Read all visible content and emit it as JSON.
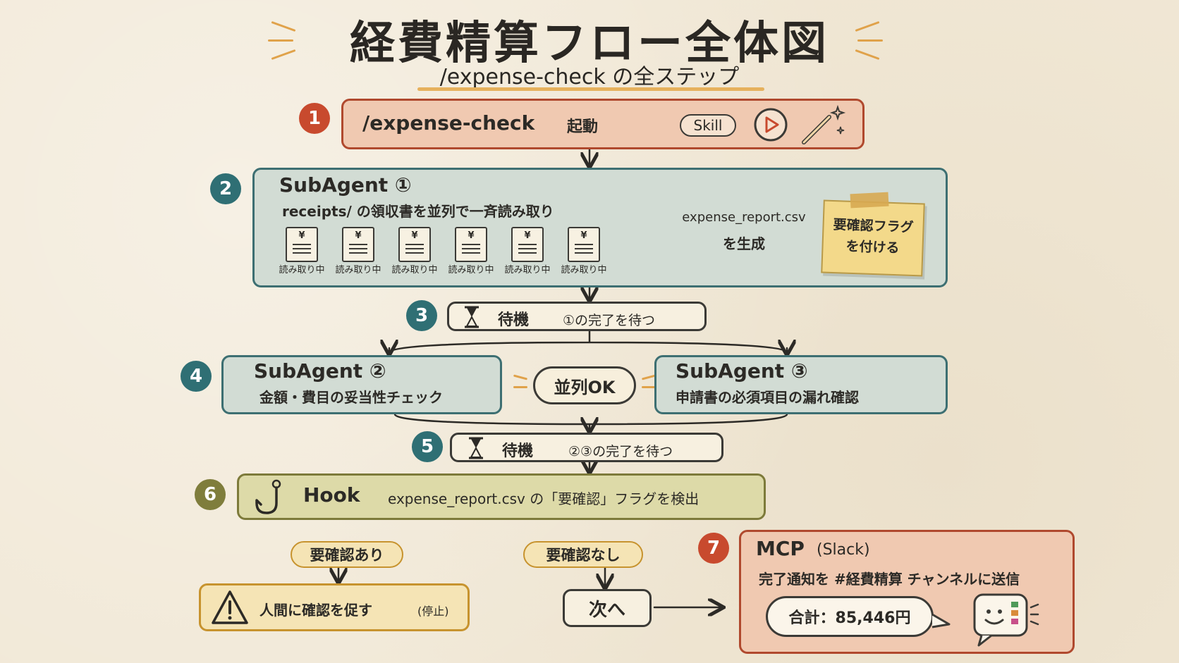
{
  "header": {
    "title": "経費精算フロー全体図",
    "subtitle": "/expense-check の全ステップ"
  },
  "step1": {
    "number": "1",
    "command": "/expense-check",
    "action": "起動",
    "skill_label": "Skill"
  },
  "step2": {
    "number": "2",
    "title": "SubAgent ①",
    "description": "receipts/ の領収書を並列で一斉読み取り",
    "receipts": [
      {
        "symbol": "¥",
        "label": "読み取り中"
      },
      {
        "symbol": "¥",
        "label": "読み取り中"
      },
      {
        "symbol": "¥",
        "label": "読み取り中"
      },
      {
        "symbol": "¥",
        "label": "読み取り中"
      },
      {
        "symbol": "¥",
        "label": "読み取り中"
      },
      {
        "symbol": "¥",
        "label": "読み取り中"
      }
    ],
    "output_file": "expense_report.csv",
    "output_action": "を生成",
    "note_line1": "要確認フラグ",
    "note_line2": "を付ける"
  },
  "step3": {
    "number": "3",
    "label": "待機",
    "detail": "①の完了を待つ"
  },
  "step4": {
    "number": "4",
    "left_title": "SubAgent ②",
    "left_desc": "金額・費目の妥当性チェック",
    "parallel_label": "並列OK",
    "right_title": "SubAgent ③",
    "right_desc": "申請書の必須項目の漏れ確認"
  },
  "step5": {
    "number": "5",
    "label": "待機",
    "detail": "②③の完了を待つ"
  },
  "step6": {
    "number": "6",
    "title": "Hook",
    "detail": "expense_report.csv の「要確認」フラグを検出"
  },
  "branches": {
    "yes_label": "要確認あり",
    "yes_action": "人間に確認を促す",
    "yes_note": "(停止)",
    "no_label": "要確認なし",
    "no_action": "次へ"
  },
  "step7": {
    "number": "7",
    "title": "MCP",
    "service": "(Slack)",
    "description": "完了通知を #経費精算 チャンネルに送信",
    "total": "合計：85,446円"
  },
  "colors": {
    "red": "#c84a2e",
    "teal": "#2f6f74",
    "olive": "#7f7d3c",
    "amber": "#c7932e"
  }
}
